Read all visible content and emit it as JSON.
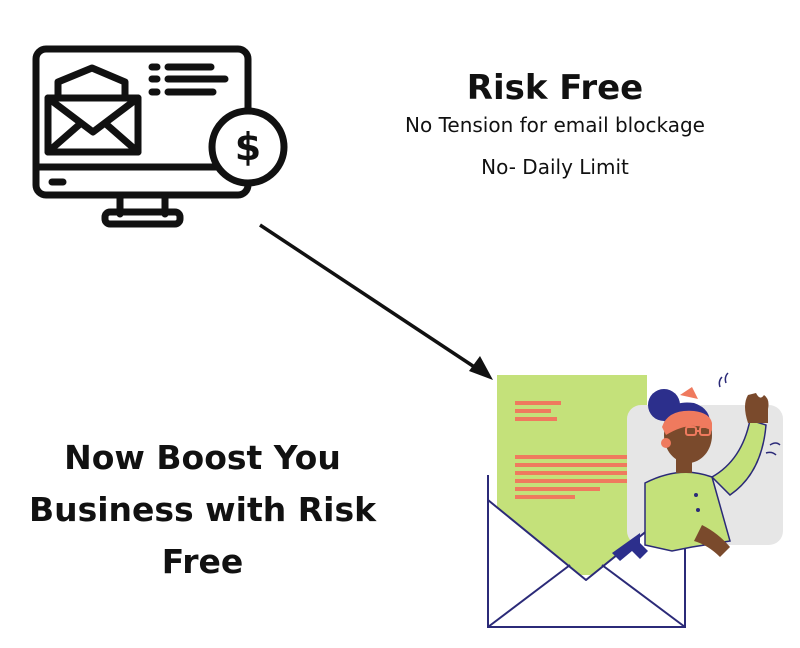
{
  "heading": "Risk Free",
  "subheading_1": "No Tension for email blockage",
  "subheading_2": "No- Daily Limit",
  "headline_lines": [
    "Now Boost You",
    "Business with Risk",
    "Free"
  ],
  "icons": {
    "monitor": "computer-email-payment-icon",
    "arrow": "diagonal-arrow",
    "illustration": "woman-waving-from-envelope"
  },
  "colors": {
    "text": "#111111",
    "letter": "#c4e17a",
    "letter_lines": "#ef7a5e",
    "envelope": "#2b2a78",
    "panel": "#e6e6e6",
    "skin": "#7a4a2c",
    "shirt": "#c4e17a",
    "hair": "#2c2f8c",
    "headband": "#ef7a5e"
  }
}
